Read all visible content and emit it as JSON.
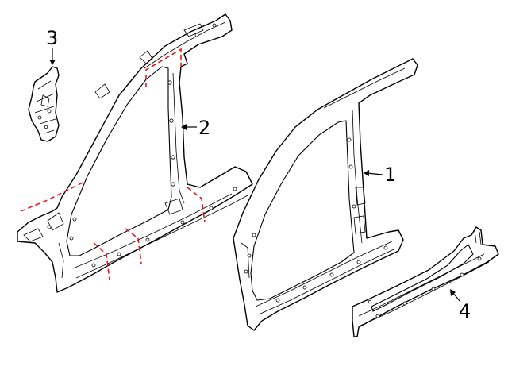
{
  "callouts": {
    "part_1": "1",
    "part_2": "2",
    "part_3": "3",
    "part_4": "4"
  },
  "colors": {
    "line": "#000000",
    "cut_line": "#e8161b",
    "background": "#ffffff"
  }
}
